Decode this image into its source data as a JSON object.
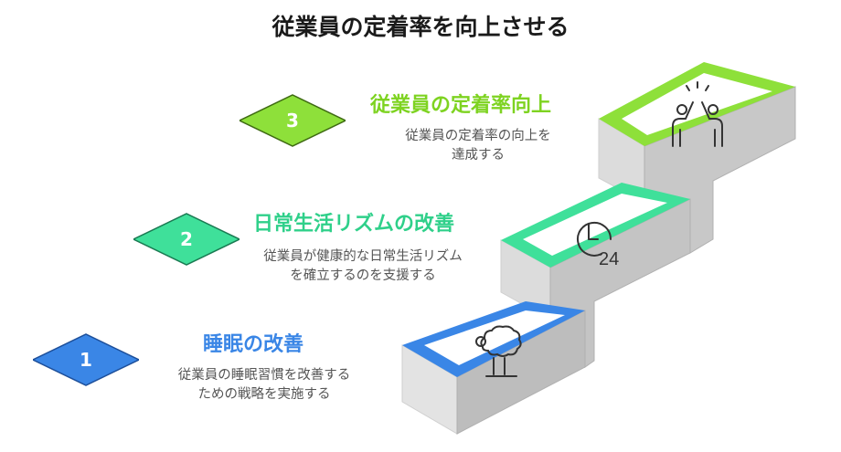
{
  "title": "従業員の定着率を向上させる",
  "steps": [
    {
      "number": "1",
      "title": "睡眠の改善",
      "desc_line1": "従業員の睡眠習慣を改善する",
      "desc_line2": "ための戦略を実施する",
      "icon": "sheep-icon",
      "color": "#3a86e6",
      "color_dark": "#1d4f9a"
    },
    {
      "number": "2",
      "title": "日常生活リズムの改善",
      "desc_line1": "従業員が健康的な日常生活リズム",
      "desc_line2": "を確立するのを支援する",
      "icon": "24-hour-clock-icon",
      "color": "#3fe09a",
      "color_dark": "#1a7a52"
    },
    {
      "number": "3",
      "title": "従業員の定着率向上",
      "desc_line1": "従業員の定着率の向上を",
      "desc_line2": "達成する",
      "icon": "high-five-icon",
      "color": "#8ee03a",
      "color_dark": "#3e6a12"
    }
  ]
}
